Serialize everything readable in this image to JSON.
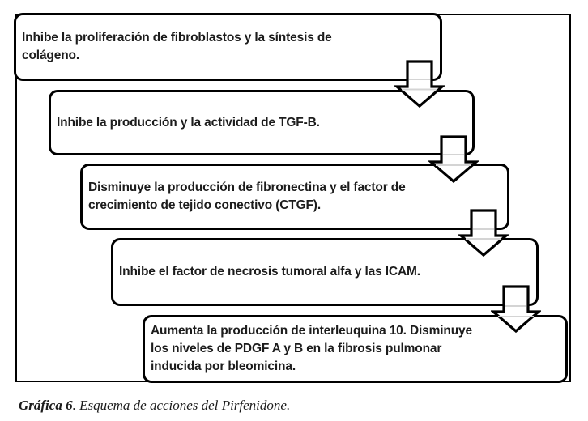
{
  "diagram": {
    "boxes": [
      {
        "text": "Inhibe la proliferación de fibroblastos y la síntesis de\ncolágeno."
      },
      {
        "text": "Inhibe la producción y la actividad de TGF-B."
      },
      {
        "text": "Disminuye la producción de fibronectina y el factor de\ncrecimiento de tejido conectivo (CTGF)."
      },
      {
        "text": "Inhibe el factor de necrosis tumoral alfa y las ICAM."
      },
      {
        "text": "Aumenta la producción de interleuquina 10. Disminuye\nlos niveles de PDGF A y B en la fibrosis pulmonar\ninducida por bleomicina."
      }
    ],
    "connector_icon": "down-block-arrow",
    "caption": {
      "label": "Gráfica 6",
      "text": ". Esquema de acciones del Pirfenidone."
    },
    "colors": {
      "border": "#000000",
      "box_background": "#ffffff",
      "page_background": "#ffffff",
      "text": "#1c1c1c",
      "arrow_overlap_line": "#d4d4d4"
    }
  }
}
